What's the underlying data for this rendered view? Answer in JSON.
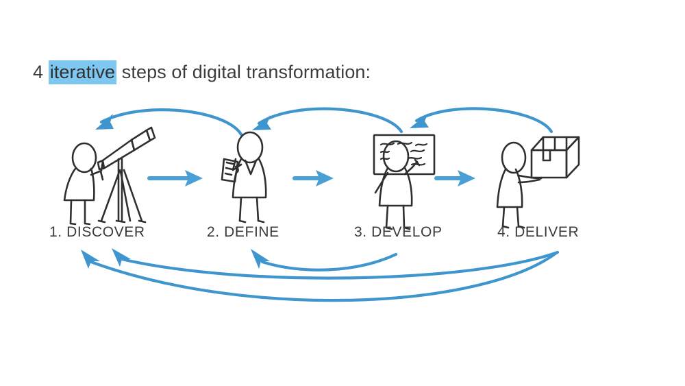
{
  "slide": {
    "background_color": "#ffffff",
    "title": {
      "prefix": "4 ",
      "highlight": "iterative",
      "suffix": " steps of digital transformation:",
      "highlight_color": "#7ec7f0",
      "text_color": "#3c3c3c",
      "full_text": "4 iterative steps of digital transformation:"
    }
  },
  "diagram": {
    "type": "process-cycle",
    "accent_color": "#3f95cd",
    "line_color": "#2f2f2f",
    "steps": [
      {
        "index": "1",
        "label": "1. DISCOVER",
        "name": "DISCOVER",
        "illustration": "person-with-telescope"
      },
      {
        "index": "2",
        "label": "2. DEFINE",
        "name": "DEFINE",
        "illustration": "person-with-clipboard-thinking"
      },
      {
        "index": "3",
        "label": "3. DEVELOP",
        "name": "DEVELOP",
        "illustration": "person-writing-on-whiteboard"
      },
      {
        "index": "4",
        "label": "4. DELIVER",
        "name": "DELIVER",
        "illustration": "person-holding-box"
      }
    ],
    "forward_arrows": [
      {
        "from": "DISCOVER",
        "to": "DEFINE",
        "direction": "right"
      },
      {
        "from": "DEFINE",
        "to": "DEVELOP",
        "direction": "right"
      },
      {
        "from": "DEVELOP",
        "to": "DELIVER",
        "direction": "right"
      }
    ],
    "feedback_arcs_top": [
      {
        "from": "DEFINE",
        "to": "DISCOVER",
        "direction": "left"
      },
      {
        "from": "DEVELOP",
        "to": "DEFINE",
        "direction": "left"
      },
      {
        "from": "DELIVER",
        "to": "DEVELOP",
        "direction": "left"
      }
    ],
    "feedback_arcs_bottom": [
      {
        "from": "DELIVER",
        "to": "DISCOVER",
        "direction": "left"
      },
      {
        "from": "DELIVER",
        "to": "DEFINE",
        "direction": "left"
      },
      {
        "from": "DEVELOP",
        "to": "DEFINE",
        "direction": "left"
      }
    ]
  }
}
